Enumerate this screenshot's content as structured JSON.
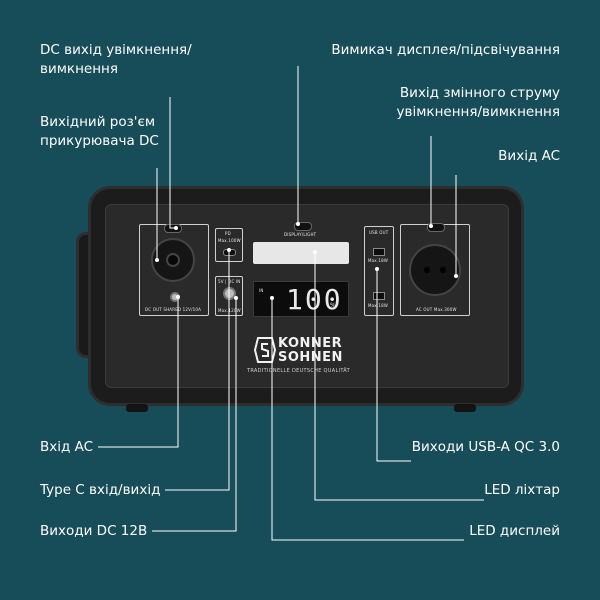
{
  "callouts": {
    "dc_switch": "DC вихід увімкнення/\nвимкнення",
    "car_socket": "Вихідний роз'єм\nприкурювача DC",
    "display_switch": "Вимикач дисплея/підсвічування",
    "ac_switch": "Вихід змінного струму\nувімкнення/вимкнення",
    "ac_output": "Вихід AC",
    "ac_input": "Вхід AC",
    "type_c": "Type C вхід/вихід",
    "dc_outputs": "Виходи DC 12В",
    "usb_outputs": "Виходи USB-A QC 3.0",
    "led_light": "LED ліхтар",
    "led_display": "LED дисплей"
  },
  "device": {
    "display_light_label": "DISPLAY/LIGHT",
    "pd_label": "PD",
    "pd_power": "Max.100W",
    "dc_in_label": "5V | DC IN",
    "dc_in_power": "Max.120W",
    "dc_out_label": "DC OUT SHARED 12V/10A",
    "usb_out_label": "USB OUT",
    "usb_power_1": "Max.18W",
    "usb_power_2": "Max.18W",
    "ac_out_label": "AC OUT Max.300W",
    "screen_small": "IN",
    "battery_value": "100",
    "battery_unit": "%",
    "brand_line1": "KONNER",
    "brand_line2": "SOHNEN",
    "slogan": "TRADITIONELLE DEUTSCHE QUALITÄT"
  },
  "colors": {
    "background": "#174c59",
    "device_body": "#1c1c1c",
    "lines": "#ffffff"
  }
}
